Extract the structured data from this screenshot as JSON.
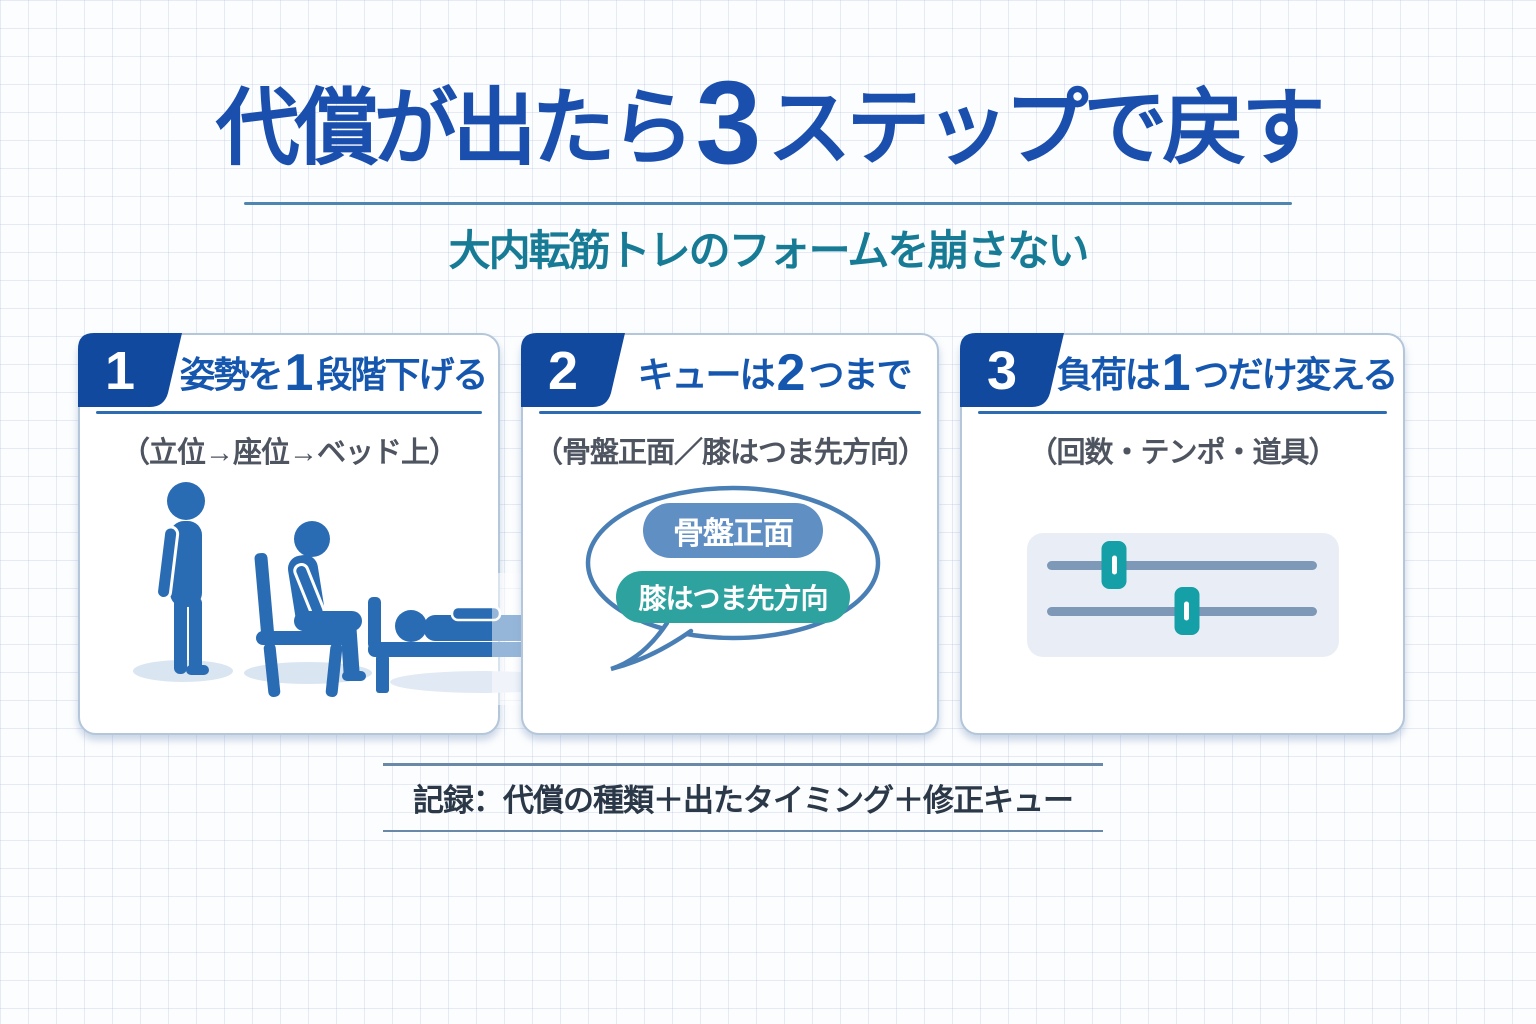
{
  "header": {
    "title_pre": "代償が出たら",
    "title_num": "3",
    "title_post": "ステップで戻す",
    "subtitle": "大内転筋トレのフォームを崩さない"
  },
  "steps": [
    {
      "badge": "1",
      "title_pre": "姿勢を",
      "title_num": "1",
      "title_post": "段階下げる",
      "note": "（立位→座位→ベッド上）",
      "icons": [
        "standing-person",
        "sitting-on-chair",
        "lying-on-bed"
      ]
    },
    {
      "badge": "2",
      "title_pre": "キューは",
      "title_num": "2",
      "title_post": "つまで",
      "note": "（骨盤正面／膝はつま先方向）",
      "cues": [
        {
          "label": "骨盤正面",
          "color": "#5f8fc3"
        },
        {
          "label": "膝はつま先方向",
          "color": "#2da29e"
        }
      ]
    },
    {
      "badge": "3",
      "title_pre": "負荷は",
      "title_num": "1",
      "title_post": "つだけ変える",
      "note": "（回数・テンポ・道具）",
      "sliders": [
        {
          "position_pct": 25
        },
        {
          "position_pct": 52
        }
      ]
    }
  ],
  "footer": {
    "record_label": "記録：代償の種類＋出たタイミング＋修正キュー"
  },
  "colors": {
    "title_blue": "#1a4fae",
    "subtitle_teal": "#177b95",
    "badge_blue": "#11499e",
    "card_title_blue": "#1557ae",
    "figure_blue": "#2a6cb3",
    "bubble_border": "#4a7fb5",
    "pill_blue": "#5f8fc3",
    "pill_teal": "#2da29e",
    "slider_track": "#7e99b8",
    "slider_thumb": "#14a0a6",
    "footer_text": "#2b3848"
  }
}
